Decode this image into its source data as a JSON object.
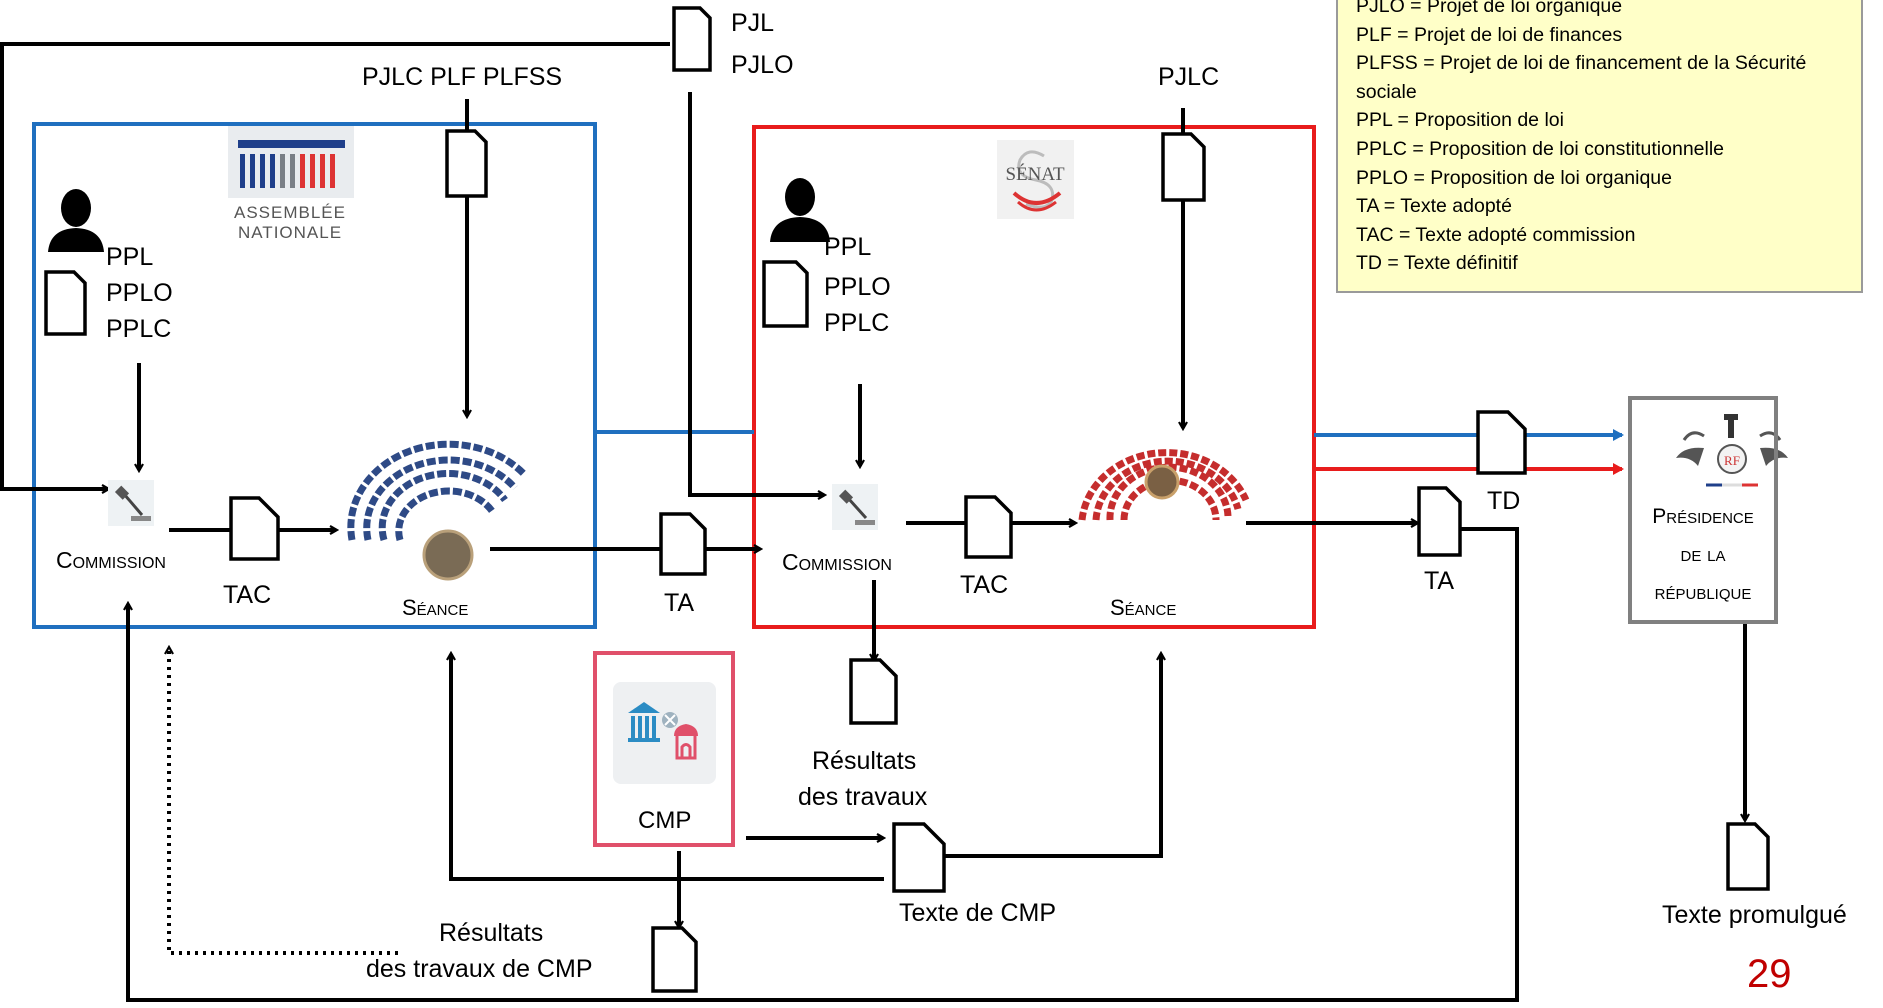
{
  "legend": {
    "items": [
      "PJLO = Projet de loi organique",
      "PLF = Projet de loi de finances",
      "PLFSS = Projet de loi de financement de la Sécurité sociale",
      "PPL = Proposition de loi",
      "PPLC = Proposition de loi constitutionnelle",
      "PPLO = Proposition de loi organique",
      "TA = Texte adopté",
      "TAC = Texte adopté commission",
      "TD = Texte définitif"
    ]
  },
  "assemblee": {
    "logo_line1": "ASSEMBLÉE",
    "logo_line2": "NATIONALE",
    "ppl": "PPL",
    "pplo": "PPLO",
    "pplc": "PPLC",
    "commission": "Commission",
    "tac": "TAC",
    "seance": "Séance"
  },
  "senat": {
    "logo": "SÉNAT",
    "ppl": "PPL",
    "pplo": "PPLO",
    "pplc": "PPLC",
    "commission": "Commission",
    "tac": "TAC",
    "seance": "Séance",
    "pjlc": "PJLC"
  },
  "top": {
    "pjl": "PJL",
    "pjlo": "PJLO",
    "pjlc_plf_plfss": "PJLC PLF PLFSS"
  },
  "flow": {
    "ta_between": "TA",
    "ta_senat": "TA",
    "td": "TD",
    "resultats_travaux_line1": "Résultats",
    "resultats_travaux_line2": "des travaux",
    "texte_cmp": "Texte de CMP",
    "resultats_cmp_line1": "Résultats",
    "resultats_cmp_line2": "des travaux de CMP",
    "texte_promulgue": "Texte promulgué"
  },
  "cmp": {
    "label": "CMP"
  },
  "presidence": {
    "line1": "Présidence",
    "line2": "de la",
    "line3": "république"
  },
  "page_number": "29",
  "colors": {
    "assemblee_blue": "#1f6fbf",
    "senat_red": "#e81c1c",
    "cmp_pink": "#e0506a",
    "presidence_gray": "#808080",
    "legend_bg": "#ffffc8",
    "page_number_red": "#c00000"
  }
}
